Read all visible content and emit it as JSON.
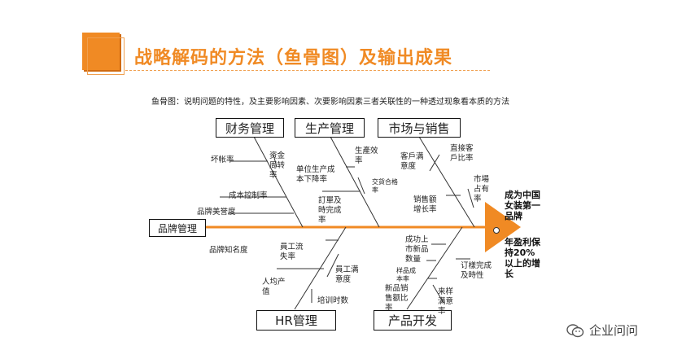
{
  "header": {
    "title": "战略解码的方法（鱼骨图）及输出成果",
    "accent_color": "#f08a24"
  },
  "subtitle": "鱼骨图：说明问题的特性，及主要影响因素、次要影响因素三者关联性的一种透过现象看本质的方法",
  "problem_box": "品牌管理",
  "categories": {
    "finance": "财务管理",
    "production": "生产管理",
    "market": "市场与销售",
    "hr": "HR管理",
    "product": "产品开发"
  },
  "causes": {
    "bad_debt": "坏帐率",
    "capital_turnover": "资金\n周转\n率",
    "cost_control": "成本控制率",
    "brand_reputation": "品牌美誉度",
    "brand_awareness": "品牌知名度",
    "unit_cost_reduction": "单位生产成\n本下降率",
    "production_efficiency": "生產效\n率",
    "delivery_pass": "交貨合格\n率",
    "order_on_time": "訂單及\n時完成\n率",
    "customer_satisfaction": "客戶满\n意度",
    "direct_customer_ratio": "直接客\n戶比率",
    "market_share": "市場\n占有\n率",
    "sales_growth": "销售额\n增长率",
    "staff_turnover": "員工流\n失率",
    "per_capita_output": "人均产\n值",
    "staff_satisfaction": "員工满\n意度",
    "training_hours": "培训时数",
    "new_product_count": "成功上\n市新品\n数量",
    "sample_cost": "样品成\n本率",
    "new_product_sales": "新品销\n售额比\n率",
    "sample_on_time": "订樣完成\n及時性",
    "sample_satisfaction": "来样\n满意\n率"
  },
  "head_results": {
    "goal_1": "成为中国\n女装第一\n品牌",
    "goal_2": "年盈利保\n持20%\n以上的增\n长"
  },
  "watermark": "企业问问"
}
